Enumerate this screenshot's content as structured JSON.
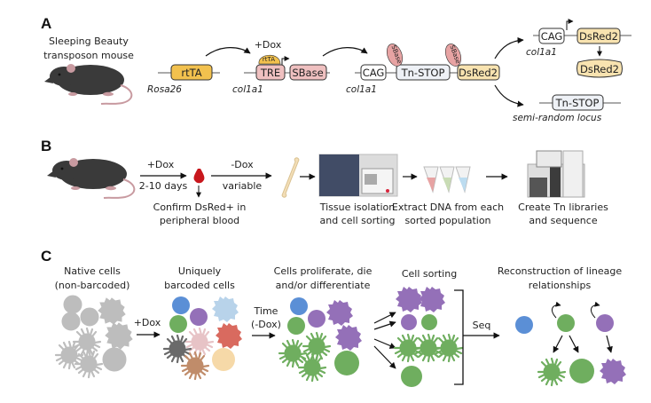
{
  "panels": {
    "a": {
      "label": "A",
      "mouse_caption_line1": "Sleeping Beauty",
      "mouse_caption_line2": "transposon mouse",
      "rosa_construct": {
        "gene": "rtTA",
        "locus": "Rosa26"
      },
      "tre_construct": {
        "promoter": "TRE",
        "gene": "SBase",
        "bound_factor": "rtTA",
        "inducer": "+Dox",
        "locus": "col1a1"
      },
      "reporter_construct": {
        "promoter": "CAG",
        "transposon": "Tn-STOP",
        "reporter": "DsRed2",
        "enzyme_label": "SBase",
        "locus": "col1a1"
      },
      "excised_outcome": {
        "promoter": "CAG",
        "reporter": "DsRed2",
        "protein": "DsRed2",
        "locus": "col1a1"
      },
      "inserted_outcome": {
        "transposon": "Tn-STOP",
        "locus": "semi-random locus"
      }
    },
    "b": {
      "label": "B",
      "step1_top": "+Dox",
      "step1_bottom": "2-10 days",
      "blood_line1": "Confirm DsRed+ in",
      "blood_line2": "peripheral blood",
      "step2_top": "-Dox",
      "step2_bottom": "variable",
      "tissue_line1": "Tissue isolation",
      "tissue_line2": "and cell sorting",
      "dna_line1": "Extract DNA from each",
      "dna_line2": "sorted population",
      "seq_line1": "Create Tn libraries",
      "seq_line2": "and sequence"
    },
    "c": {
      "label": "C",
      "native_line1": "Native cells",
      "native_line2": "(non-barcoded)",
      "dox_label": "+Dox",
      "barcoded_line1": "Uniquely",
      "barcoded_line2": "barcoded cells",
      "time_line1": "Time",
      "time_line2": "(-Dox)",
      "prolif_line1": "Cells proliferate, die",
      "prolif_line2": "and/or differentiate",
      "sorting_label": "Cell sorting",
      "seq_label": "Seq",
      "recon_line1": "Reconstruction of lineage",
      "recon_line2": "relationships"
    }
  },
  "colors": {
    "gray_cell": "#bdbdbd",
    "blue_cell": "#5b8fd6",
    "purple_cell": "#9470b8",
    "green_cell": "#6fae5f",
    "light_blue_cell": "#b8d3ea",
    "red_cell": "#d96a5f",
    "pink_cell": "#e7c3c6",
    "dark_gray_cell": "#6a6a6a",
    "brown_cell": "#c08c6a",
    "peach_cell": "#f6d9a8",
    "rtta_fill": "#f2c14e",
    "sbase_fill": "#efc0c0",
    "dsred_fill": "#f8e3b0",
    "tnstop_fill": "#eef1f6"
  }
}
